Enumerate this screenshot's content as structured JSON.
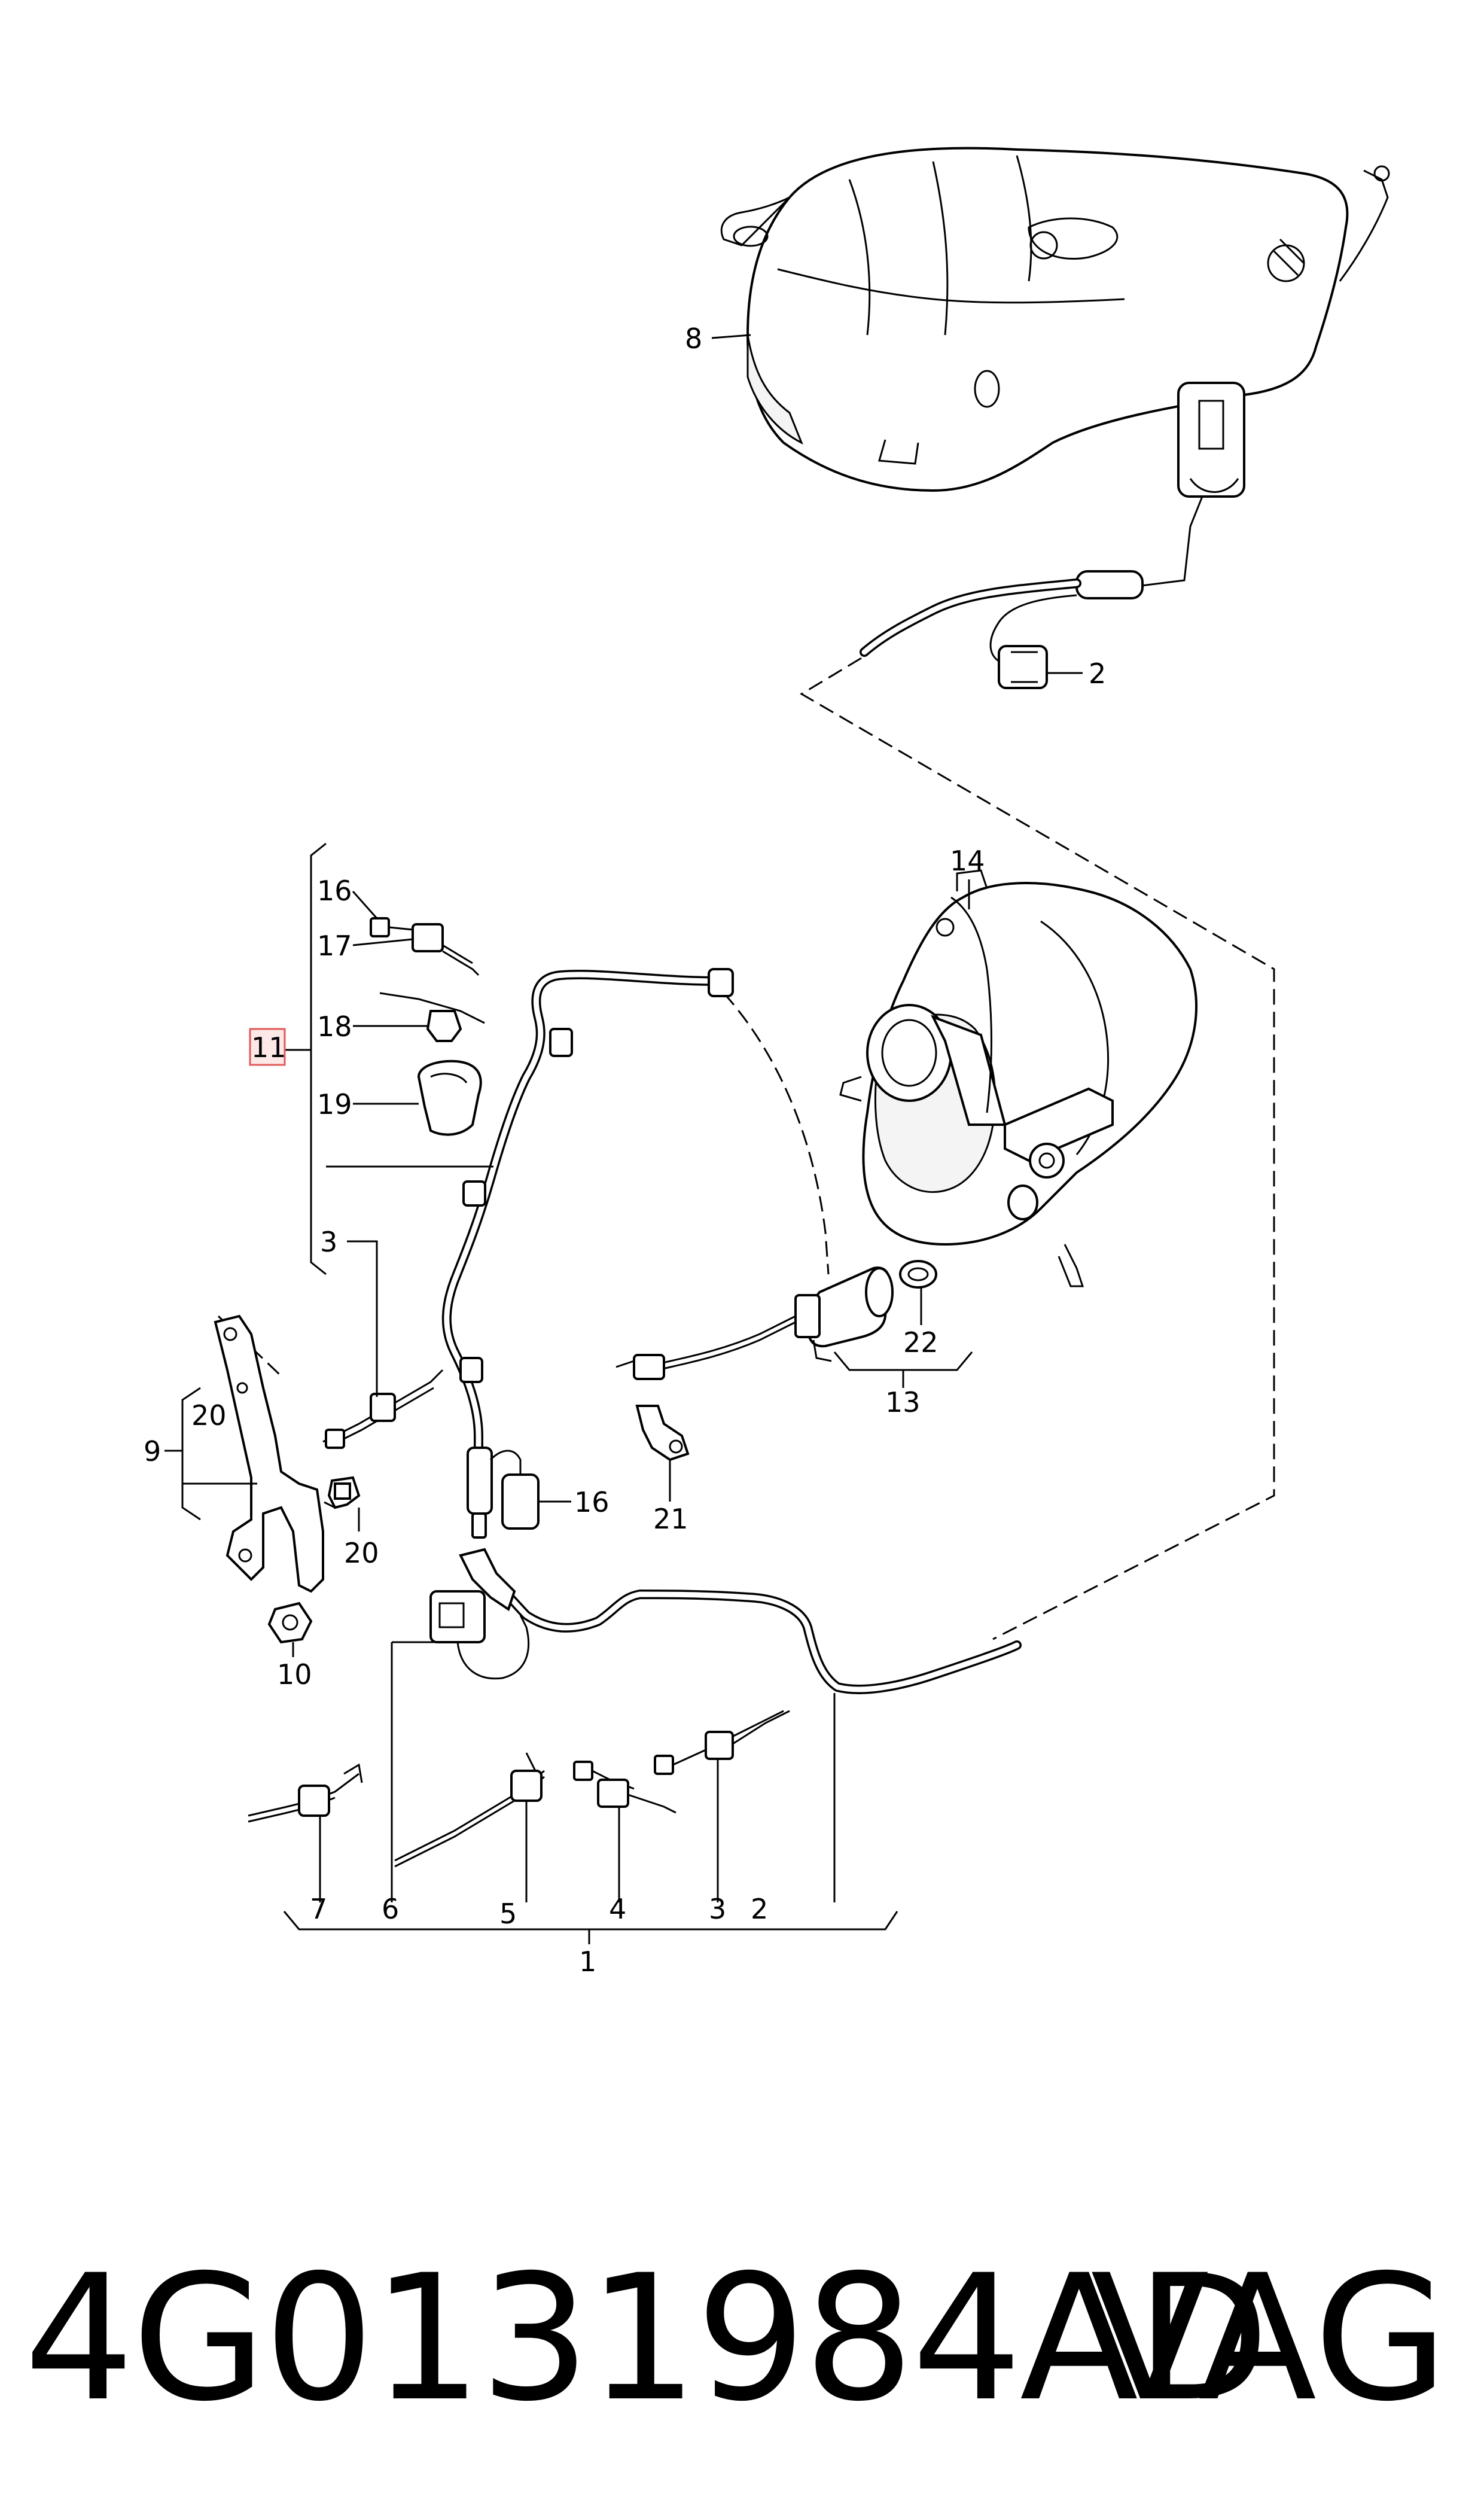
{
  "callouts": {
    "c8": "8",
    "c2_top": "2",
    "c14": "14",
    "c16_top": "16",
    "c17": "17",
    "c11": "11",
    "c18": "18",
    "c19": "19",
    "c3_left": "3",
    "c20_left": "20",
    "c9": "9",
    "c20_bottom": "20",
    "c10": "10",
    "c16_mid": "16",
    "c22": "22",
    "c13": "13",
    "c21": "21",
    "c7": "7",
    "c6": "6",
    "c5": "5",
    "c4": "4",
    "c3_bottom": "3",
    "c2_bottom": "2",
    "c1": "1"
  },
  "highlight_color": "#e05a5a",
  "footer": {
    "part_number": "4G0131984AD",
    "brand": "VAG"
  }
}
